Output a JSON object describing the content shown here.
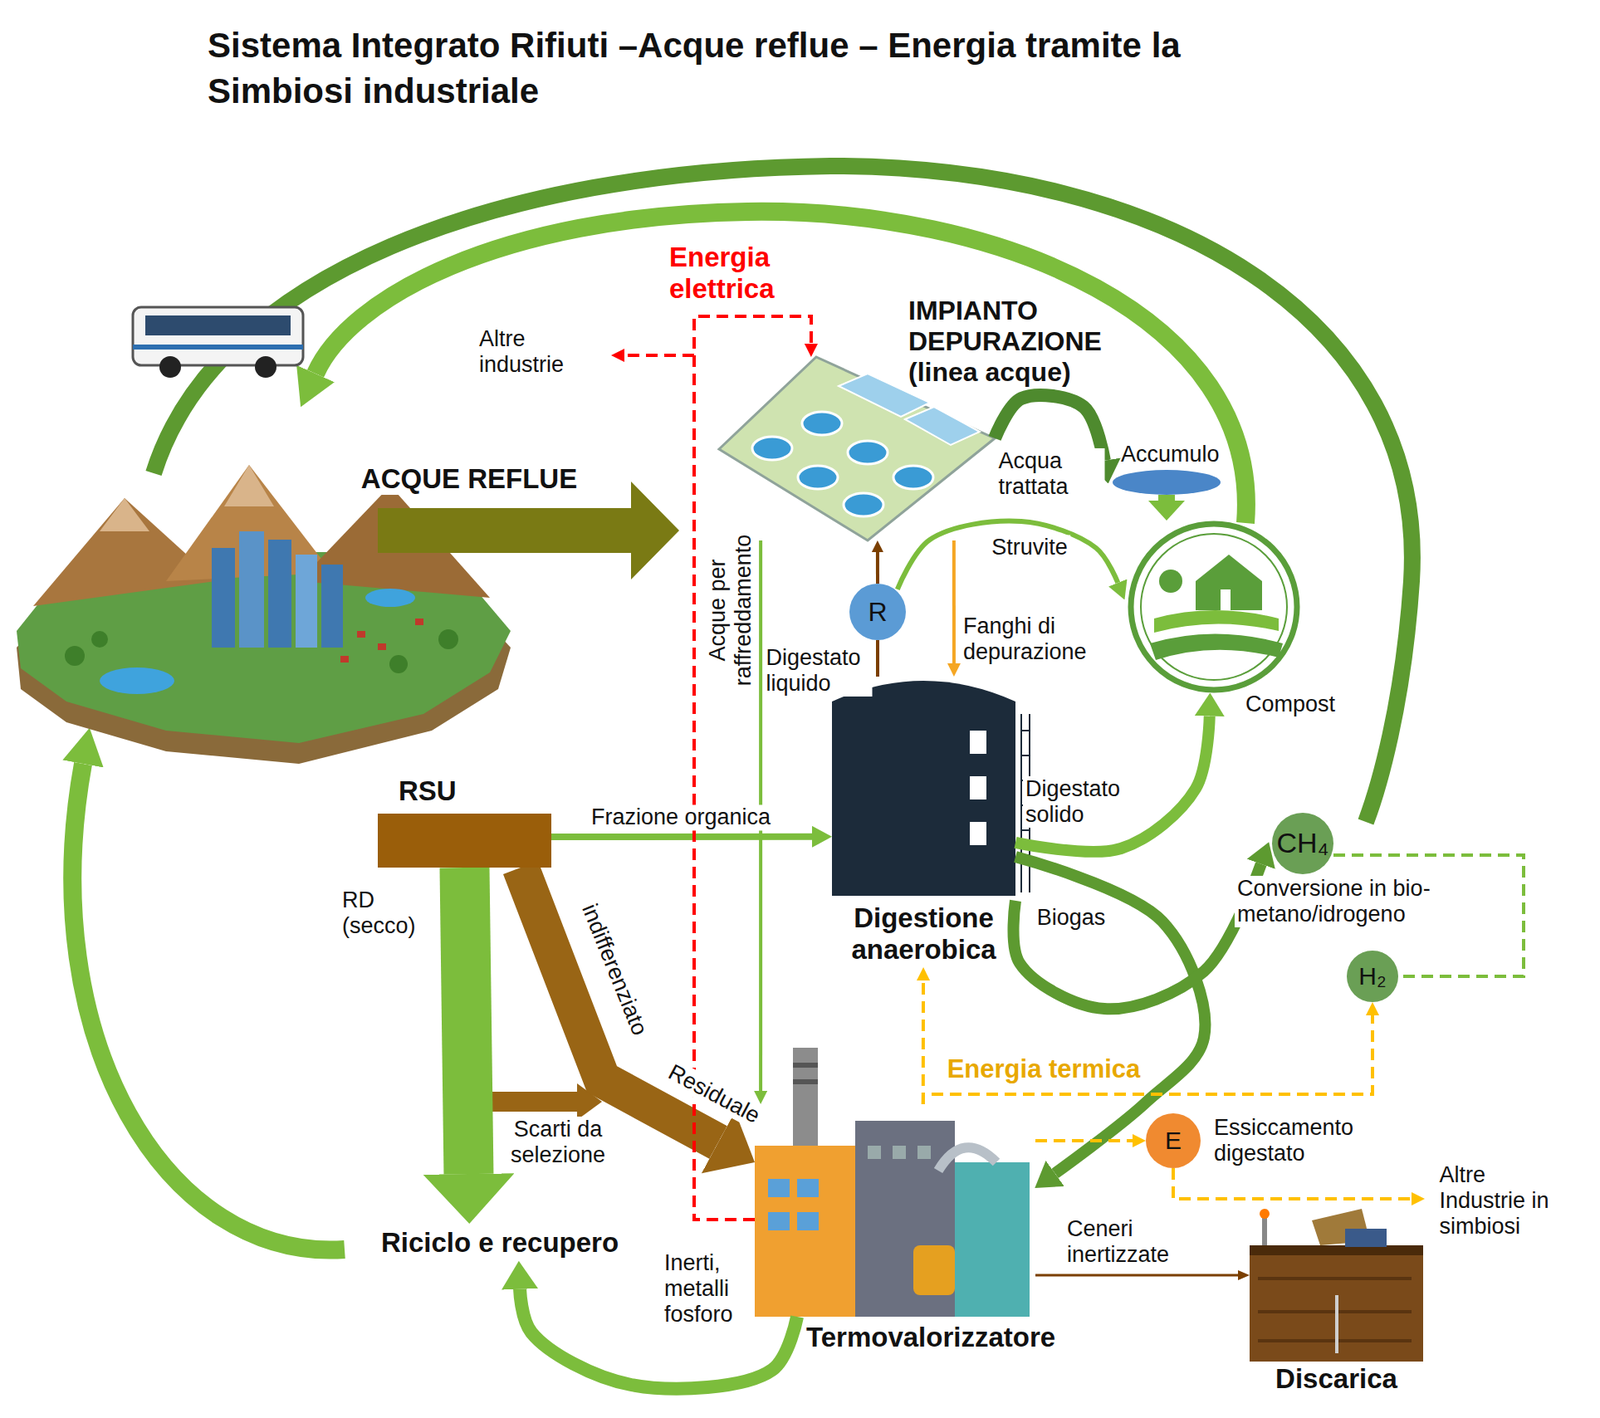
{
  "diagram": {
    "title": "Sistema Integrato Rifiuti –Acque reflue – Energia tramite la Simbiosi industriale",
    "nodes": [
      {
        "text": [
          "RSU"
        ]
      },
      {
        "text": [
          "IMPIANTO DEPURAZIONE (linea acque)"
        ]
      },
      {
        "text": [
          "Accumulo"
        ]
      },
      {
        "text": [
          "R"
        ]
      },
      {
        "text": [
          "Digestione anaerobica"
        ]
      },
      {
        "text": [
          "Compost"
        ]
      },
      {
        "text": [
          "CH₄"
        ]
      },
      {
        "text": [
          "H₂"
        ]
      },
      {
        "text": [
          "E",
          "Essiccamento digestato"
        ]
      },
      {
        "text": [
          "Termovalorizzatore"
        ]
      },
      {
        "text": [
          "Discarica"
        ]
      },
      {
        "text": [
          "Riciclo e recupero"
        ]
      }
    ],
    "edges": [
      {
        "from": 0,
        "to": 4,
        "label": "Frazione organica",
        "arrow": "to"
      },
      {
        "from": 0,
        "to": 11,
        "label": "RD (secco)",
        "arrow": "to"
      },
      {
        "from": 0,
        "to": 9,
        "label": "indifferenziato",
        "arrow": "to"
      },
      {
        "from": 1,
        "to": 4,
        "label": "Fanghi di depurazione",
        "arrow": "to"
      },
      {
        "from": 4,
        "to": 3,
        "label": "Digestato liquido",
        "arrow": "none"
      },
      {
        "from": 3,
        "to": 1,
        "arrow": "to"
      },
      {
        "from": 3,
        "to": 5,
        "label": "Struvite",
        "arrow": "to"
      },
      {
        "from": 1,
        "to": 2,
        "label": "Acqua trattata",
        "arrow": "to"
      },
      {
        "from": 2,
        "to": 5,
        "arrow": "to"
      },
      {
        "from": 1,
        "to": 9,
        "label": "Acque per raffreddamento",
        "arrow": "to"
      },
      {
        "from": 4,
        "to": 5,
        "label": "Digestato solido",
        "arrow": "to"
      },
      {
        "from": 4,
        "to": 9,
        "arrow": "to"
      },
      {
        "from": 4,
        "to": 6,
        "label": "Biogas",
        "arrow": "to"
      },
      {
        "from": 9,
        "to": 11,
        "label": "Inerti, metalli fosforo",
        "arrow": "to"
      },
      {
        "from": 9,
        "to": 10,
        "label": "Ceneri inertizzate",
        "arrow": "to"
      },
      {
        "from": 9,
        "to": 1,
        "label": "Energia elettrica",
        "arrow": "to"
      },
      {
        "from": 9,
        "to": 4,
        "label": "Energia termica",
        "arrow": "to"
      },
      {
        "from": 9,
        "to": 8,
        "arrow": "to"
      },
      {
        "from": 9,
        "to": 7,
        "arrow": "to"
      }
    ],
    "labels": [
      "ACQUE REFLUE",
      "Residuale",
      "Scarti da selezione",
      "Altre industrie",
      "Altre Industrie in simbiosi",
      "Conversione in bio-metano/idrogeno"
    ]
  }
}
